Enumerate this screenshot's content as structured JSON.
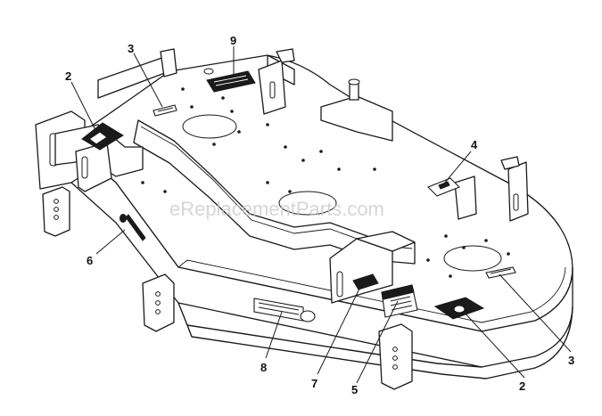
{
  "watermark": "eReplacementParts.com",
  "callouts": [
    {
      "id": "c9",
      "label": "9"
    },
    {
      "id": "c3a",
      "label": "3"
    },
    {
      "id": "c2a",
      "label": "2"
    },
    {
      "id": "c4",
      "label": "4"
    },
    {
      "id": "c6",
      "label": "6"
    },
    {
      "id": "c3b",
      "label": "3"
    },
    {
      "id": "c8",
      "label": "8"
    },
    {
      "id": "c7",
      "label": "7"
    },
    {
      "id": "c5",
      "label": "5"
    },
    {
      "id": "c2b",
      "label": "2"
    }
  ],
  "colors": {
    "line": "#1a1a1a",
    "background": "#ffffff",
    "watermark": "#c8c8c8"
  }
}
